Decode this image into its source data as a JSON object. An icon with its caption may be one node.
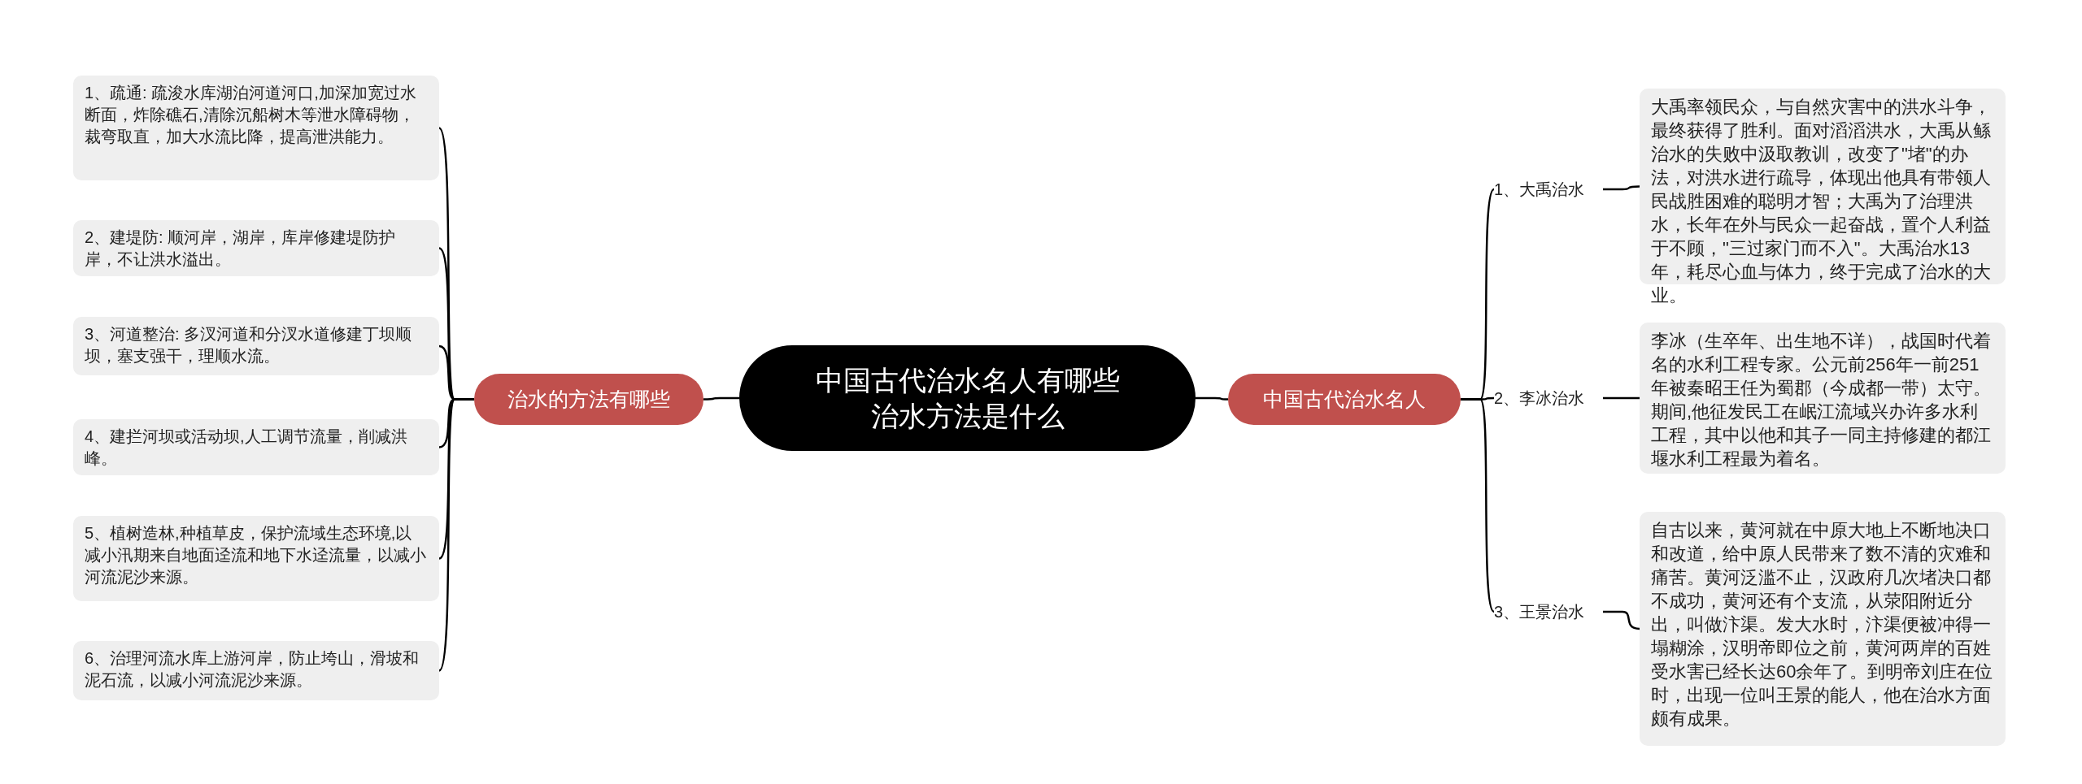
{
  "diagram": {
    "nodes": [
      {
        "text": [
          "中国古代治水名人有哪些治水方法是什么"
        ]
      },
      {
        "text": [
          "治水的方法有哪些"
        ]
      },
      {
        "text": [
          "1、疏通: 疏浚水库湖泊河道河口,加深加宽过水断面，炸除礁石,清除沉船树木等泄水障碍物，裁弯取直，加大水流比降，提高泄洪能力。"
        ]
      },
      {
        "text": [
          "2、建堤防: 顺河岸，湖岸，库岸修建堤防护岸，不让洪水溢出。"
        ]
      },
      {
        "text": [
          "3、河道整治: 多汊河道和分汊水道修建丁坝顺坝，塞支强干，理顺水流。"
        ]
      },
      {
        "text": [
          "4、建拦河坝或活动坝,人工调节流量，削减洪峰。"
        ]
      },
      {
        "text": [
          "5、植树造林,种植草皮，保护流域生态环境,以减小汛期来自地面迳流和地下水迳流量，以减小河流泥沙来源。"
        ]
      },
      {
        "text": [
          "6、治理河流水库上游河岸，防止垮山，滑坡和泥石流，以减小河流泥沙来源。"
        ]
      },
      {
        "text": [
          "中国古代治水名人"
        ]
      },
      {
        "text": [
          "1、大禹治水"
        ]
      },
      {
        "text": [
          "大禹率领民众，与自然灾害中的洪水斗争，最终获得了胜利。面对滔滔洪水，大禹从鲧治水的失败中汲取教训，改变了\"堵\"的办法，对洪水进行疏导，体现出他具有带领人民战胜困难的聪明才智；大禹为了治理洪水，长年在外与民众一起奋战，置个人利益于不顾，\"三过家门而不入\"。大禹治水13年，耗尽心血与体力，终于完成了治水的大业。"
        ]
      },
      {
        "text": [
          "2、李冰治水"
        ]
      },
      {
        "text": [
          "李冰（生卒年、出生地不详），战国时代着名的水利工程专家。公元前256年一前251年被秦昭王任为蜀郡（今成都一带）太守。期间,他征发民工在岷江流域兴办许多水利工程，其中以他和其子一同主持修建的都江堰水利工程最为着名。"
        ]
      },
      {
        "text": [
          "3、王景治水"
        ]
      },
      {
        "text": [
          "自古以来，黄河就在中原大地上不断地决口和改道，给中原人民带来了数不清的灾难和痛苦。黄河泛滥不止，汉政府几次堵决口都不成功，黄河还有个支流，从荥阳附近分出，叫做汴渠。发大水时，汴渠便被冲得一塌糊涂，汉明帝即位之前，黄河两岸的百姓受水害已经长达60余年了。到明帝刘庄在位时，出现一位叫王景的能人，他在治水方面颇有成果。"
        ]
      }
    ],
    "edges": [
      {
        "from": 0,
        "to": 1,
        "arrow": "none"
      },
      {
        "from": 1,
        "to": 2,
        "arrow": "none"
      },
      {
        "from": 1,
        "to": 3,
        "arrow": "none"
      },
      {
        "from": 1,
        "to": 4,
        "arrow": "none"
      },
      {
        "from": 1,
        "to": 5,
        "arrow": "none"
      },
      {
        "from": 1,
        "to": 6,
        "arrow": "none"
      },
      {
        "from": 1,
        "to": 7,
        "arrow": "none"
      },
      {
        "from": 0,
        "to": 8,
        "arrow": "none"
      },
      {
        "from": 8,
        "to": 9,
        "arrow": "none"
      },
      {
        "from": 8,
        "to": 11,
        "arrow": "none"
      },
      {
        "from": 8,
        "to": 13,
        "arrow": "none"
      },
      {
        "from": 9,
        "to": 10,
        "arrow": "none"
      },
      {
        "from": 11,
        "to": 12,
        "arrow": "none"
      },
      {
        "from": 13,
        "to": 14,
        "arrow": "none"
      }
    ]
  }
}
